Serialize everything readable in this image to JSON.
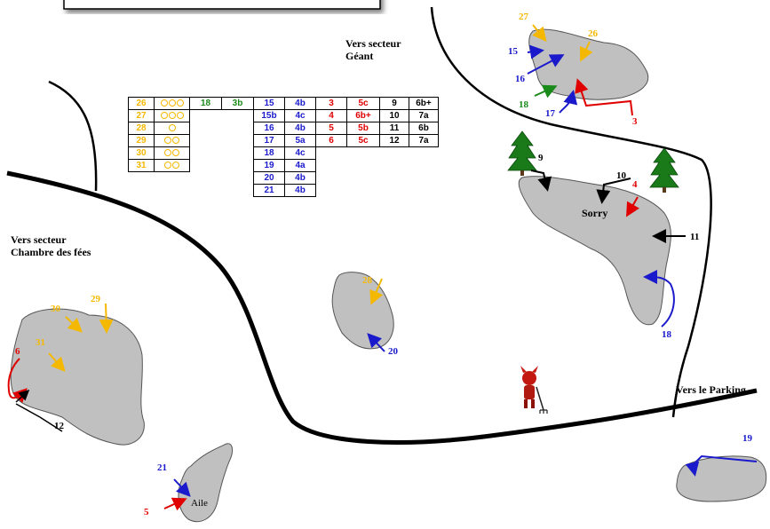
{
  "labels": {
    "north": "Vers secteur\nGéant",
    "west": "Vers secteur\nChambre des fées",
    "parking": "Vers le Parking",
    "sorry": "Sorry",
    "aile": "Aile"
  },
  "route_table": {
    "rows": [
      [
        "26",
        "☺☺☺",
        "18",
        "3b",
        "15",
        "4b",
        "3",
        "5c",
        "9",
        "6b+"
      ],
      [
        "27",
        "☺☺☺",
        "",
        "",
        "15b",
        "4c",
        "4",
        "6b+",
        "10",
        "7a"
      ],
      [
        "28",
        "☺",
        "",
        "",
        "16",
        "4b",
        "5",
        "5b",
        "11",
        "6b"
      ],
      [
        "29",
        "☺☺",
        "",
        "",
        "17",
        "5a",
        "6",
        "5c",
        "12",
        "7a"
      ],
      [
        "30",
        "☺☺",
        "",
        "",
        "18",
        "4c",
        "",
        "",
        "",
        ""
      ],
      [
        "31",
        "☺☺",
        "",
        "",
        "19",
        "4a",
        "",
        "",
        "",
        ""
      ],
      [
        "",
        "",
        "",
        "",
        "20",
        "4b",
        "",
        "",
        "",
        ""
      ],
      [
        "",
        "",
        "",
        "",
        "21",
        "4b",
        "",
        "",
        "",
        ""
      ]
    ]
  },
  "route_numbers": {
    "r3": "3",
    "r4": "4",
    "r5": "5",
    "r6": "6",
    "r9": "9",
    "r10": "10",
    "r11": "11",
    "r12": "12",
    "r15": "15",
    "r16": "16",
    "r17": "17",
    "r18a": "18",
    "r18b": "18",
    "r19": "19",
    "r20": "20",
    "r21": "21",
    "r26": "26",
    "r27": "27",
    "r28": "28",
    "r29": "29",
    "r30": "30",
    "r31": "31"
  },
  "colors": {
    "yellow": "#f5b800",
    "green": "#1a8a1a",
    "blue": "#1a1acc",
    "red": "#e00000",
    "black": "#000000",
    "rock": "#c0c0c0"
  },
  "icons": [
    "devil-icon",
    "pine-tree-icon",
    "arrow-icon"
  ]
}
